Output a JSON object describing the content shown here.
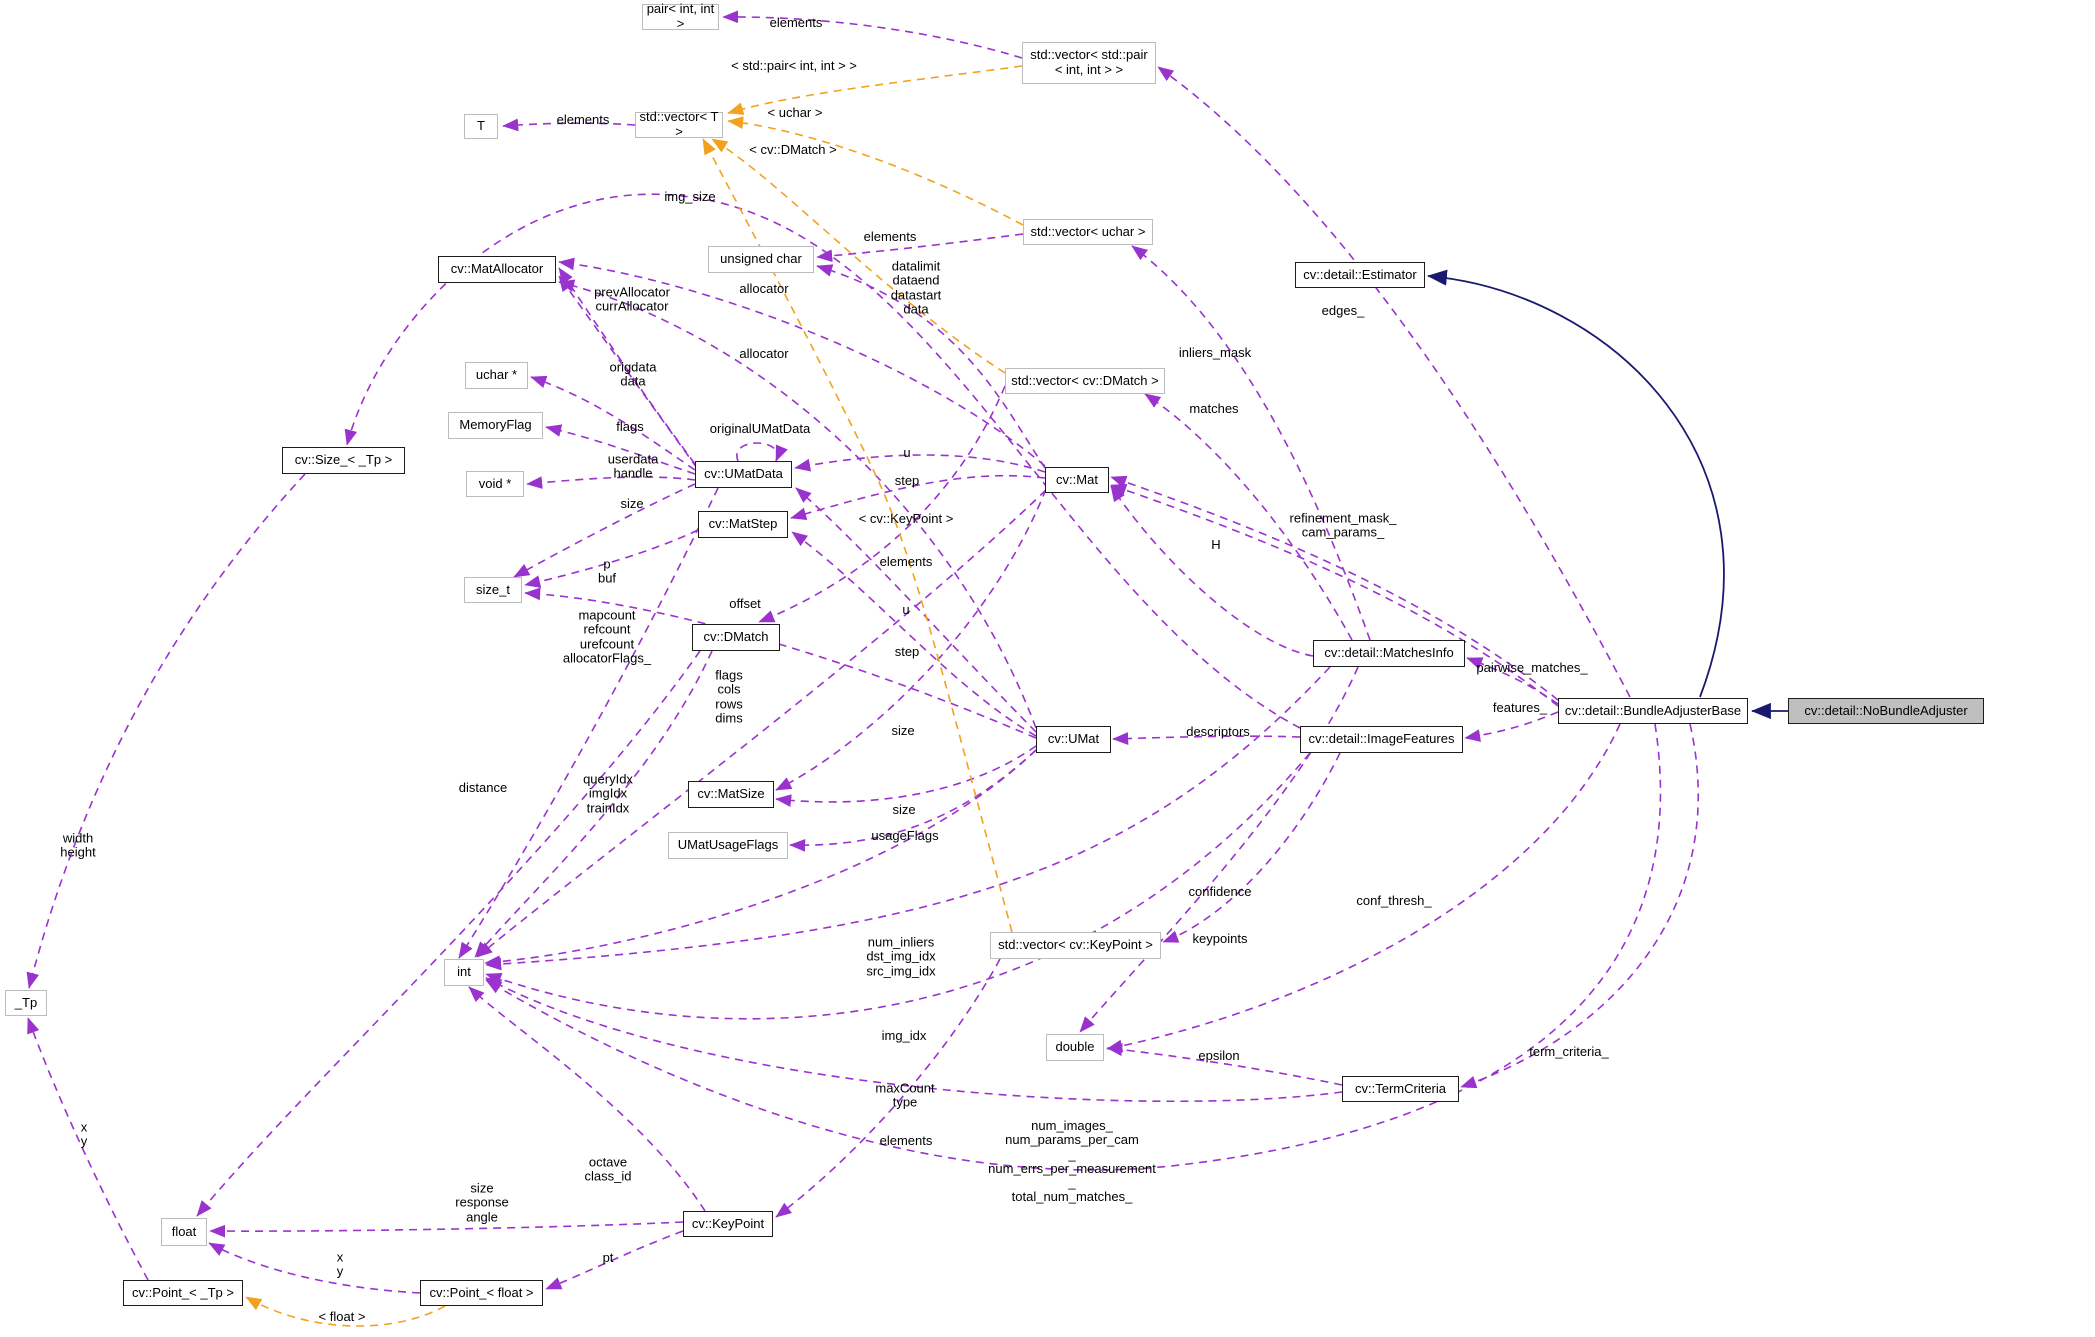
{
  "diagram": {
    "kind": "collaboration-graph",
    "colors": {
      "member_edge": "#9a32cd",
      "template_edge": "#f2a21f",
      "inheritance_edge": "#191970",
      "node_fill": "#ffffff",
      "current_node_fill": "#bfbfbf",
      "linked_border": "#1c1c1c",
      "plain_border": "#bcbcbc"
    },
    "nodes": {
      "pair_int_int": {
        "label": "pair< int, int >"
      },
      "vector_pair": {
        "label": "std::vector< std::pair\n< int, int > >"
      },
      "t": {
        "label": "T"
      },
      "vector_t": {
        "label": "std::vector< T >"
      },
      "vector_uchar": {
        "label": "std::vector< uchar >"
      },
      "unsigned_char": {
        "label": "unsigned char"
      },
      "mat_allocator": {
        "label": "cv::MatAllocator"
      },
      "estimator": {
        "label": "cv::detail::Estimator"
      },
      "uchar_ptr": {
        "label": "uchar *"
      },
      "memory_flag": {
        "label": "MemoryFlag"
      },
      "size_tp": {
        "label": "cv::Size_< _Tp >"
      },
      "void_ptr": {
        "label": "void *"
      },
      "umatdata": {
        "label": "cv::UMatData"
      },
      "matstep": {
        "label": "cv::MatStep"
      },
      "vector_dmatch": {
        "label": "std::vector< cv::DMatch >"
      },
      "mat": {
        "label": "cv::Mat"
      },
      "size_t": {
        "label": "size_t"
      },
      "dmatch": {
        "label": "cv::DMatch"
      },
      "matchesinfo": {
        "label": "cv::detail::MatchesInfo"
      },
      "umat": {
        "label": "cv::UMat"
      },
      "imagefeatures": {
        "label": "cv::detail::ImageFeatures"
      },
      "matsize": {
        "label": "cv::MatSize"
      },
      "umatusageflags": {
        "label": "UMatUsageFlags"
      },
      "bundleadjusterbase": {
        "label": "cv::detail::BundleAdjusterBase"
      },
      "nobundleadjuster": {
        "label": "cv::detail::NoBundleAdjuster"
      },
      "vector_keypoint": {
        "label": "std::vector< cv::KeyPoint >"
      },
      "int": {
        "label": "int"
      },
      "double": {
        "label": "double"
      },
      "termcriteria": {
        "label": "cv::TermCriteria"
      },
      "tp": {
        "label": "_Tp"
      },
      "float": {
        "label": "float"
      },
      "keypoint": {
        "label": "cv::KeyPoint"
      },
      "point_tp": {
        "label": "cv::Point_< _Tp >"
      },
      "point_float": {
        "label": "cv::Point_< float >"
      }
    },
    "edge_labels": {
      "elements_pair": {
        "text": "elements"
      },
      "tmpl_pair": {
        "text": "< std::pair< int, int > >"
      },
      "tmpl_uchar": {
        "text": "< uchar >"
      },
      "elements_t": {
        "text": "elements"
      },
      "tmpl_dmatch": {
        "text": "< cv::DMatch >"
      },
      "img_size": {
        "text": "img_size"
      },
      "elements_uchar": {
        "text": "elements"
      },
      "datalimit_group": {
        "text": "datalimit\ndataend\ndatastart\ndata"
      },
      "allocator_mat": {
        "text": "allocator"
      },
      "prevcurr": {
        "text": "prevAllocator\ncurrAllocator"
      },
      "origdata": {
        "text": "origdata\ndata"
      },
      "allocator_umat": {
        "text": "allocator"
      },
      "flags_mf": {
        "text": "flags"
      },
      "original_umatdata": {
        "text": "originalUMatData"
      },
      "userdata": {
        "text": "userdata\nhandle"
      },
      "u_mat": {
        "text": "u"
      },
      "size_umatdata": {
        "text": "size"
      },
      "step_mat": {
        "text": "step"
      },
      "tmpl_keypoint": {
        "text": "< cv::KeyPoint >"
      },
      "p_buf": {
        "text": "p\nbuf"
      },
      "elements_dmatch": {
        "text": "elements"
      },
      "offset": {
        "text": "offset"
      },
      "u_umat": {
        "text": "u"
      },
      "mapcount_group": {
        "text": "mapcount\nrefcount\nurefcount\nallocatorFlags_"
      },
      "step_umat": {
        "text": "step"
      },
      "flags_mat": {
        "text": "flags\ncols\nrows\ndims"
      },
      "size_mat": {
        "text": "size"
      },
      "distance": {
        "text": "distance"
      },
      "query_group": {
        "text": "queryIdx\nimgIdx\ntrainIdx"
      },
      "size_umat": {
        "text": "size"
      },
      "usageflags": {
        "text": "usageFlags"
      },
      "h": {
        "text": "H"
      },
      "inliers_mask": {
        "text": "inliers_mask"
      },
      "matches": {
        "text": "matches"
      },
      "edges_": {
        "text": "edges_"
      },
      "refinement": {
        "text": "refinement_mask_\ncam_params_"
      },
      "pairwise": {
        "text": "pairwise_matches_"
      },
      "features_": {
        "text": "features_"
      },
      "descriptors": {
        "text": "descriptors"
      },
      "confidence": {
        "text": "confidence"
      },
      "keypoints": {
        "text": "keypoints"
      },
      "conf_thresh": {
        "text": "conf_thresh_"
      },
      "num_inliers_group": {
        "text": "num_inliers\ndst_img_idx\nsrc_img_idx"
      },
      "img_idx": {
        "text": "img_idx"
      },
      "maxcount": {
        "text": "maxCount\ntype"
      },
      "elements_kp": {
        "text": "elements"
      },
      "num_images_group": {
        "text": "num_images_\nnum_params_per_cam\n_\nnum_errs_per_measurement\n_\ntotal_num_matches_"
      },
      "epsilon": {
        "text": "epsilon"
      },
      "term_criteria": {
        "text": "term_criteria_"
      },
      "width_height": {
        "text": "width\nheight"
      },
      "x_y_tp": {
        "text": "x\ny"
      },
      "size_resp_angle": {
        "text": "size\nresponse\nangle"
      },
      "octave": {
        "text": "octave\nclass_id"
      },
      "pt": {
        "text": "pt"
      },
      "x_y_float": {
        "text": "x\ny"
      },
      "tmpl_float": {
        "text": "< float >"
      }
    }
  }
}
